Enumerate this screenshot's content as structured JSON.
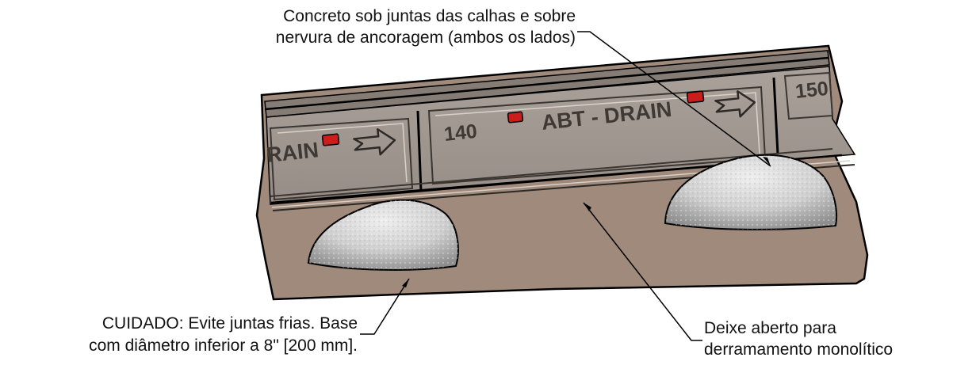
{
  "callouts": {
    "top": {
      "line1": "Concreto sob juntas das calhas e sobre",
      "line2": "nervura de ancoragem (ambos os lados)"
    },
    "left": {
      "line1": "CUIDADO: Evite juntas frias. Base",
      "line2": "com diâmetro inferior a 8\" [200 mm]."
    },
    "right": {
      "line1": "Deixe aberto para",
      "line2": "derramamento monolítico"
    }
  },
  "channel_markings": {
    "left_fragment": "RAIN",
    "brand": "ABT - DRAIN",
    "number_center": "140",
    "number_right": "150"
  },
  "colors": {
    "soil": "#a08a7c",
    "channel_face": "#a39b93",
    "channel_top": "#847b74",
    "concrete": "#d6d6d6",
    "marker": "#cc1d1d",
    "line": "#000000"
  },
  "icons": [
    "arrow-right-icon",
    "red-marker-icon"
  ]
}
